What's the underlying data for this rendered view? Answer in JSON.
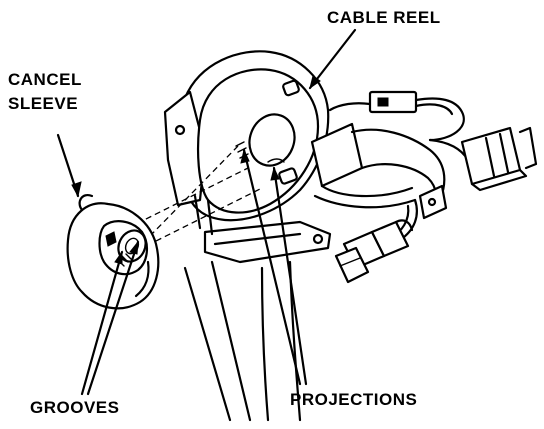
{
  "labels": {
    "cable_reel": "CABLE REEL",
    "cancel_sleeve_line1": "CANCEL",
    "cancel_sleeve_line2": "SLEEVE",
    "grooves": "GROOVES",
    "projections": "PROJECTIONS"
  },
  "colors": {
    "ink": "#000000",
    "paper": "#ffffff"
  }
}
